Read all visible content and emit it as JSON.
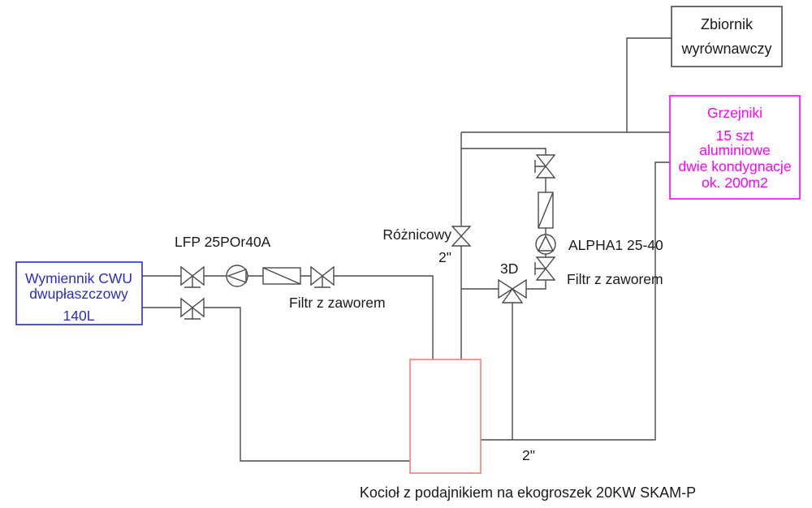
{
  "colors": {
    "line": "#4a4a4a",
    "text": "#1a1a1a",
    "radiators": "#ff00ff",
    "exchanger": "#2b2bd0",
    "boiler": "#ff7a7a"
  },
  "boxes": {
    "tank": {
      "line1": "Zbiornik",
      "line2": "wyrównawczy"
    },
    "radiators": {
      "line1": "Grzejniki",
      "line2": "15 szt",
      "line3": "aluminiowe",
      "line4": "dwie kondygnacje",
      "line5": "ok. 200m2"
    },
    "exchanger": {
      "line1": "Wymiennik CWU",
      "line2": "dwupłaszczowy",
      "line3": "140L"
    }
  },
  "labels": {
    "lfp_pump": "LFP 25POr40A",
    "filter_valve_1": "Filtr z zaworem",
    "differential": "Różnicowy",
    "pipe_size_1": "2\"",
    "three_way": "3D",
    "alpha_pump": "ALPHA1 25-40",
    "filter_valve_2": "Filtr z zaworem",
    "pipe_size_2": "2\"",
    "caption": "Kocioł z podajnikiem na ekogroszek 20KW SKAM-P"
  }
}
